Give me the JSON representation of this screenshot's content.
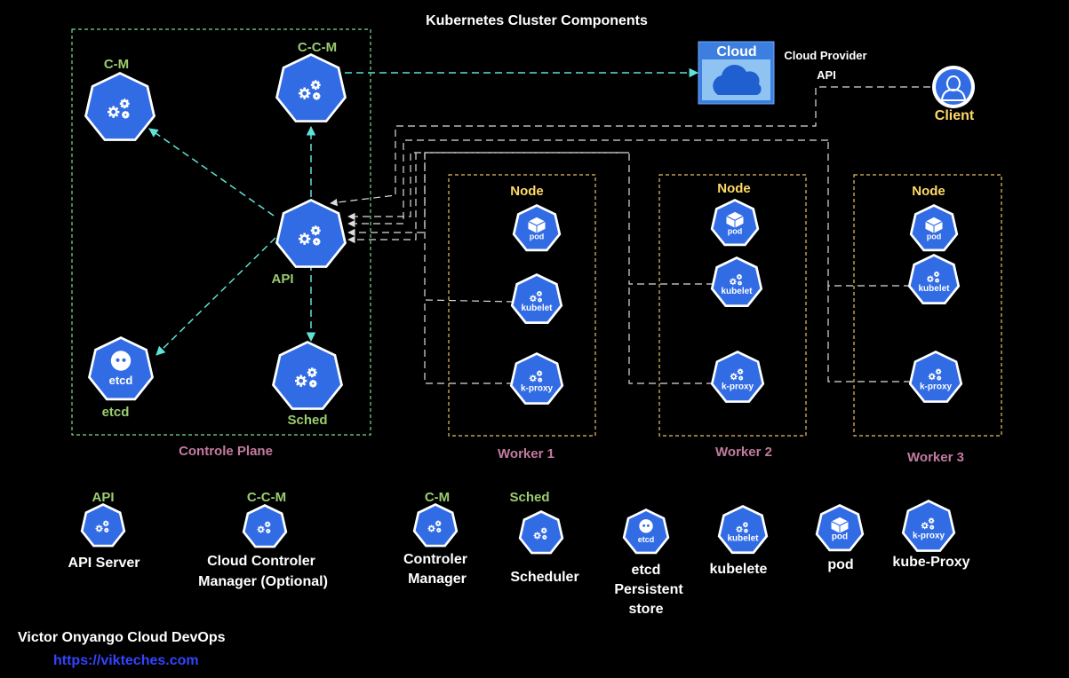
{
  "title": "Kubernetes Cluster Components",
  "colors": {
    "background": "#000000",
    "k8s_blue": "#326CE5",
    "label_green": "#9ACD6E",
    "label_yellow": "#FFD966",
    "label_pink": "#C27BA0",
    "white": "#FFFFFF",
    "cyan_arrow": "#5FE3D8",
    "dashed_gray": "#CCCCCC",
    "link_blue": "#3344FF"
  },
  "control_plane": {
    "label": "Controle Plane",
    "cm": {
      "label": "C-M",
      "icon": "gear-icon"
    },
    "ccm": {
      "label": "C-C-M",
      "icon": "gear-icon"
    },
    "api": {
      "label": "API",
      "icon": "gear-icon"
    },
    "etcd": {
      "label": "etcd",
      "inner": "etcd",
      "icon": "database-icon"
    },
    "sched": {
      "label": "Sched",
      "icon": "gear-icon"
    }
  },
  "cloud": {
    "label": "Cloud",
    "provider_line1": "Cloud Provider",
    "provider_line2": "API",
    "icon": "cloud-icon"
  },
  "client": {
    "label": "Client",
    "icon": "user-icon"
  },
  "workers": [
    {
      "name": "Worker 1",
      "node_label": "Node",
      "pod": "pod",
      "kubelet": "kubelet",
      "kproxy": "k-proxy"
    },
    {
      "name": "Worker 2",
      "node_label": "Node",
      "pod": "pod",
      "kubelet": "kubelet",
      "kproxy": "k-proxy"
    },
    {
      "name": "Worker 3",
      "node_label": "Node",
      "pod": "pod",
      "kubelet": "kubelet",
      "kproxy": "k-proxy"
    }
  ],
  "legend": {
    "api": {
      "tag": "API",
      "line1": "API Server"
    },
    "ccm": {
      "tag": "C-C-M",
      "line1": "Cloud Controler",
      "line2": "Manager (Optional)"
    },
    "cm": {
      "tag": "C-M",
      "line1": "Controler",
      "line2": "Manager"
    },
    "sched": {
      "tag": "Sched",
      "line1": "Scheduler"
    },
    "etcd": {
      "inner": "etcd",
      "line1": "etcd",
      "line2": "Persistent",
      "line3": "store"
    },
    "kubelet": {
      "inner": "kubelet",
      "line1": "kubelete"
    },
    "pod": {
      "inner": "pod",
      "line1": "pod"
    },
    "kproxy": {
      "inner": "k-proxy",
      "line1": "kube-Proxy"
    }
  },
  "footer": {
    "author": "Victor Onyango Cloud DevOps",
    "url": "https://vikteches.com"
  }
}
